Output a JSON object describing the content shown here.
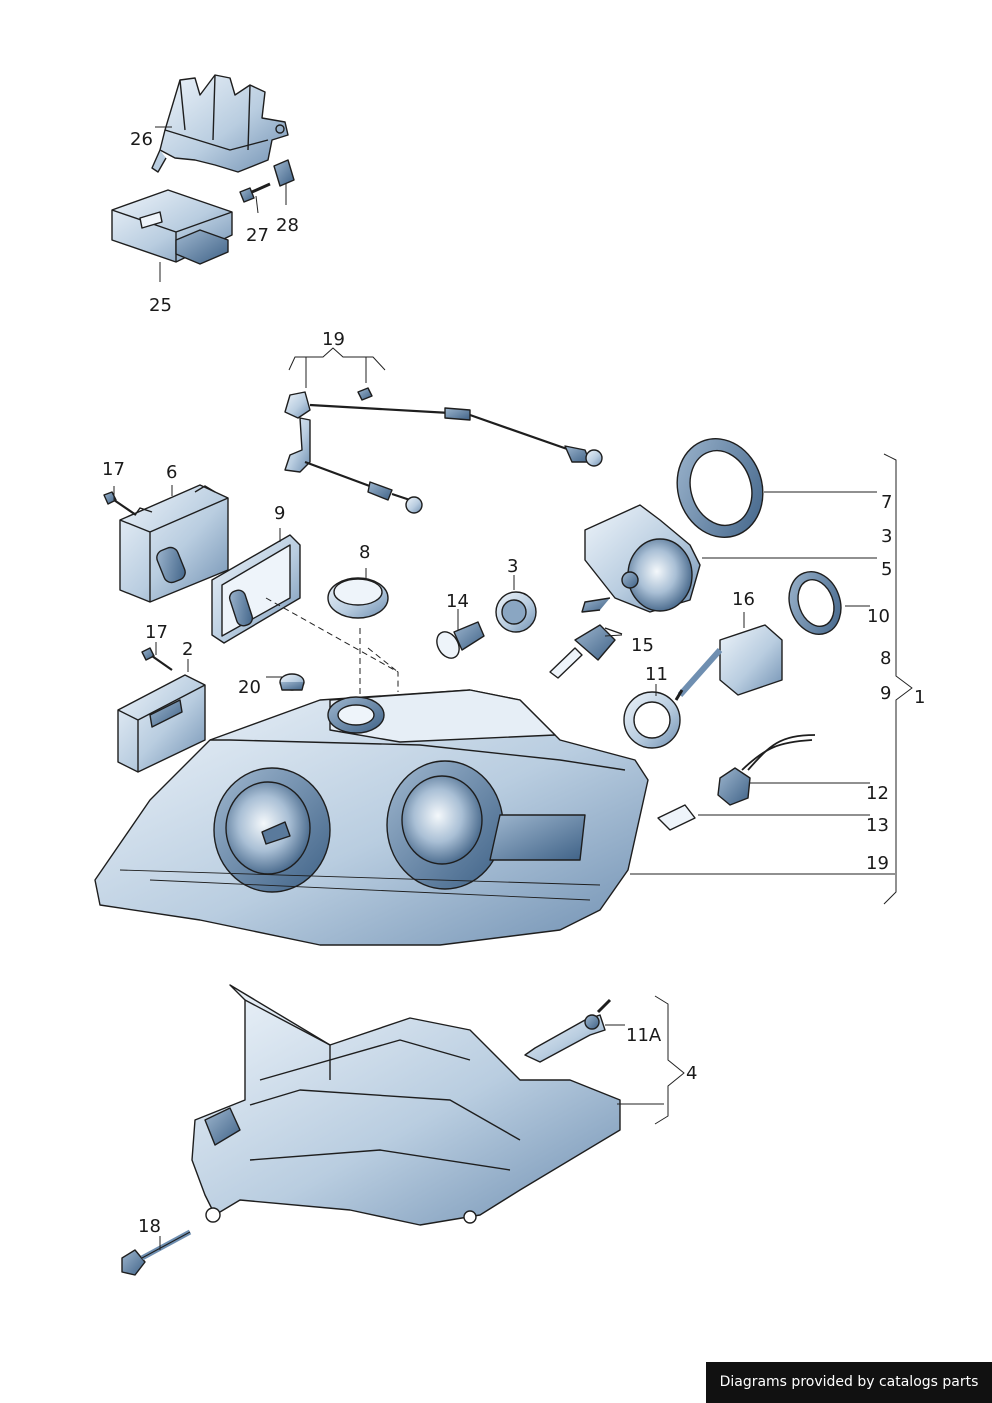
{
  "labels": {
    "n26": "26",
    "n27": "27",
    "n28": "28",
    "n25": "25",
    "n19_top": "19",
    "n17_a": "17",
    "n6": "6",
    "n9_gasket": "9",
    "n8_cap": "8",
    "n3_socket": "3",
    "n14": "14",
    "n15": "15",
    "n16": "16",
    "n11": "11",
    "n17_b": "17",
    "n2": "2",
    "n20": "20",
    "n7": "7",
    "n3_right": "3",
    "n5": "5",
    "n10": "10",
    "n8_right": "8",
    "n9_right": "9",
    "n1": "1",
    "n12": "12",
    "n13": "13",
    "n19_right": "19",
    "n11A": "11A",
    "n4": "4",
    "n18": "18"
  },
  "credit": "Diagrams provided by catalogs parts",
  "colors": {
    "outline": "#1e1e1e",
    "part_fill": "#d7e3ee",
    "part_shade": "#8aa6c2",
    "part_dark": "#4e6f92",
    "leader": "#222222"
  }
}
